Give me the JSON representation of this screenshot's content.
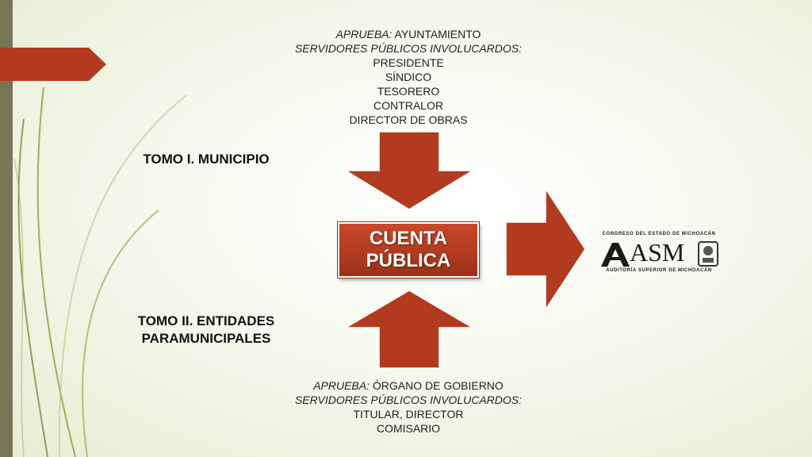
{
  "top_block": {
    "line1_label": "APRUEBA:",
    "line1_value": "AYUNTAMIENTO",
    "line2": "SERVIDORES PÚBLICOS INVOLUCARDOS:",
    "items": [
      "PRESIDENTE",
      "SÍNDICO",
      "TESORERO",
      "CONTRALOR",
      "DIRECTOR DE OBRAS"
    ]
  },
  "tomo1": "TOMO I. MUNICIPIO",
  "tomo2_line1": "TOMO II. ENTIDADES",
  "tomo2_line2": "PARAMUNICIPALES",
  "center": {
    "line1": "CUENTA",
    "line2": "PÚBLICA"
  },
  "bottom_block": {
    "line1_label": "APRUEBA:",
    "line1_value": "ÓRGANO DE GOBIERNO",
    "line2": "SERVIDORES PÚBLICOS INVOLUCARDOS:",
    "items": [
      "TITULAR, DIRECTOR",
      "COMISARIO"
    ]
  },
  "logo": {
    "top": "CONGRESO DEL ESTADO DE MICHOACÁN",
    "name": "ASM",
    "bottom": "AUDITORÍA SUPERIOR DE MICHOACÁN"
  },
  "colors": {
    "arrow": "#b23b1f",
    "side_bar": "#777756",
    "background": "#eef2df"
  }
}
